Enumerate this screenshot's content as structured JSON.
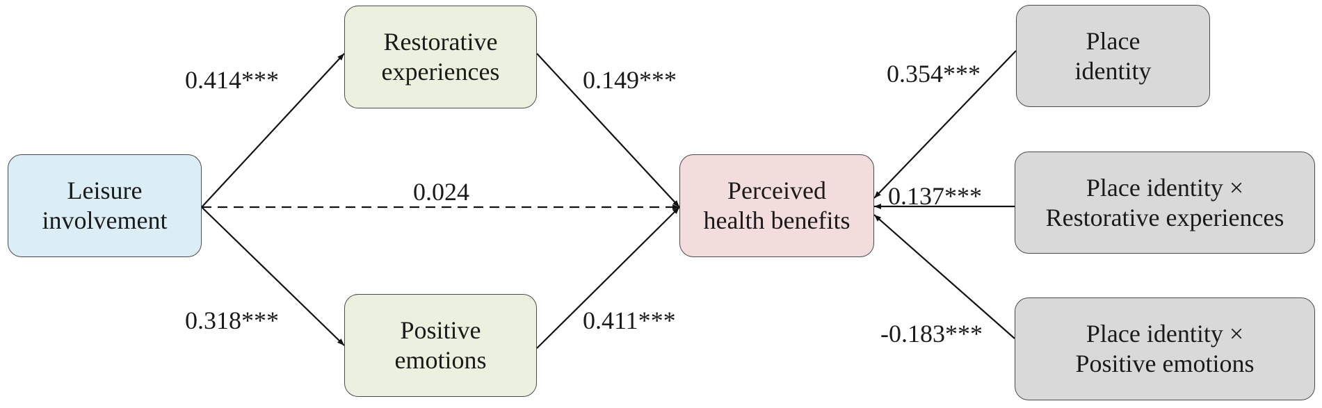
{
  "nodes": {
    "leisure_involvement": {
      "line1": "Leisure",
      "line2": "involvement"
    },
    "restorative_experiences": {
      "line1": "Restorative",
      "line2": "experiences"
    },
    "positive_emotions": {
      "line1": "Positive",
      "line2": "emotions"
    },
    "perceived_health_benefits": {
      "line1": "Perceived",
      "line2": "health benefits"
    },
    "place_identity": {
      "line1": "Place",
      "line2": "identity"
    },
    "place_identity_x_restorative": {
      "line1": "Place identity ×",
      "line2": "Restorative experiences"
    },
    "place_identity_x_positive": {
      "line1": "Place identity ×",
      "line2": "Positive emotions"
    }
  },
  "edges": {
    "leisure_to_restorative": "0.414***",
    "leisure_to_positive": "0.318***",
    "leisure_to_health": "0.024",
    "restorative_to_health": "0.149***",
    "positive_to_health": "0.411***",
    "place_identity_to_health": "0.354***",
    "interaction_restorative_to_health": "0.137***",
    "interaction_positive_to_health": "-0.183***"
  },
  "colors": {
    "independent": "#dbeef5",
    "mediator": "#ebf0df",
    "outcome": "#f3dcdc",
    "moderator": "#d9d9d9",
    "stroke": "#111111"
  }
}
